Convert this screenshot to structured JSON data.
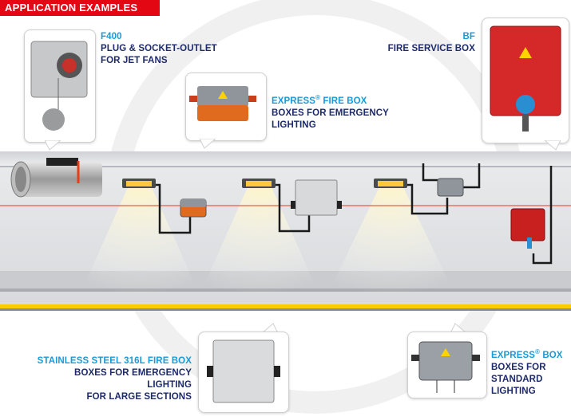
{
  "header": {
    "title": "APPLICATION EXAMPLES"
  },
  "products": {
    "f400": {
      "title": "F400",
      "line1": "PLUG & SOCKET-OUTLET",
      "line2": "FOR JET FANS"
    },
    "express_emergency": {
      "title": "EXPRESS",
      "title_sup": "®",
      "title_rest": " FIRE BOX",
      "line1": "BOXES FOR EMERGENCY",
      "line2": "LIGHTING"
    },
    "bf": {
      "title": "BF",
      "line1": "FIRE SERVICE BOX"
    },
    "stainless": {
      "title": "STAINLESS STEEL 316L FIRE BOX",
      "line1": "BOXES FOR EMERGENCY LIGHTING",
      "line2": "FOR LARGE SECTIONS"
    },
    "express_standard": {
      "title": "EXPRESS",
      "title_sup": "®",
      "title_rest": " BOX",
      "line1": "BOXES FOR",
      "line2": "STANDARD",
      "line3": "LIGHTING"
    }
  },
  "colors": {
    "brand_red": "#e30613",
    "title_blue": "#1a9ad6",
    "text_navy": "#1d2a6b",
    "stripe_yellow": "#f5d000",
    "cable_red": "#e0401a"
  }
}
